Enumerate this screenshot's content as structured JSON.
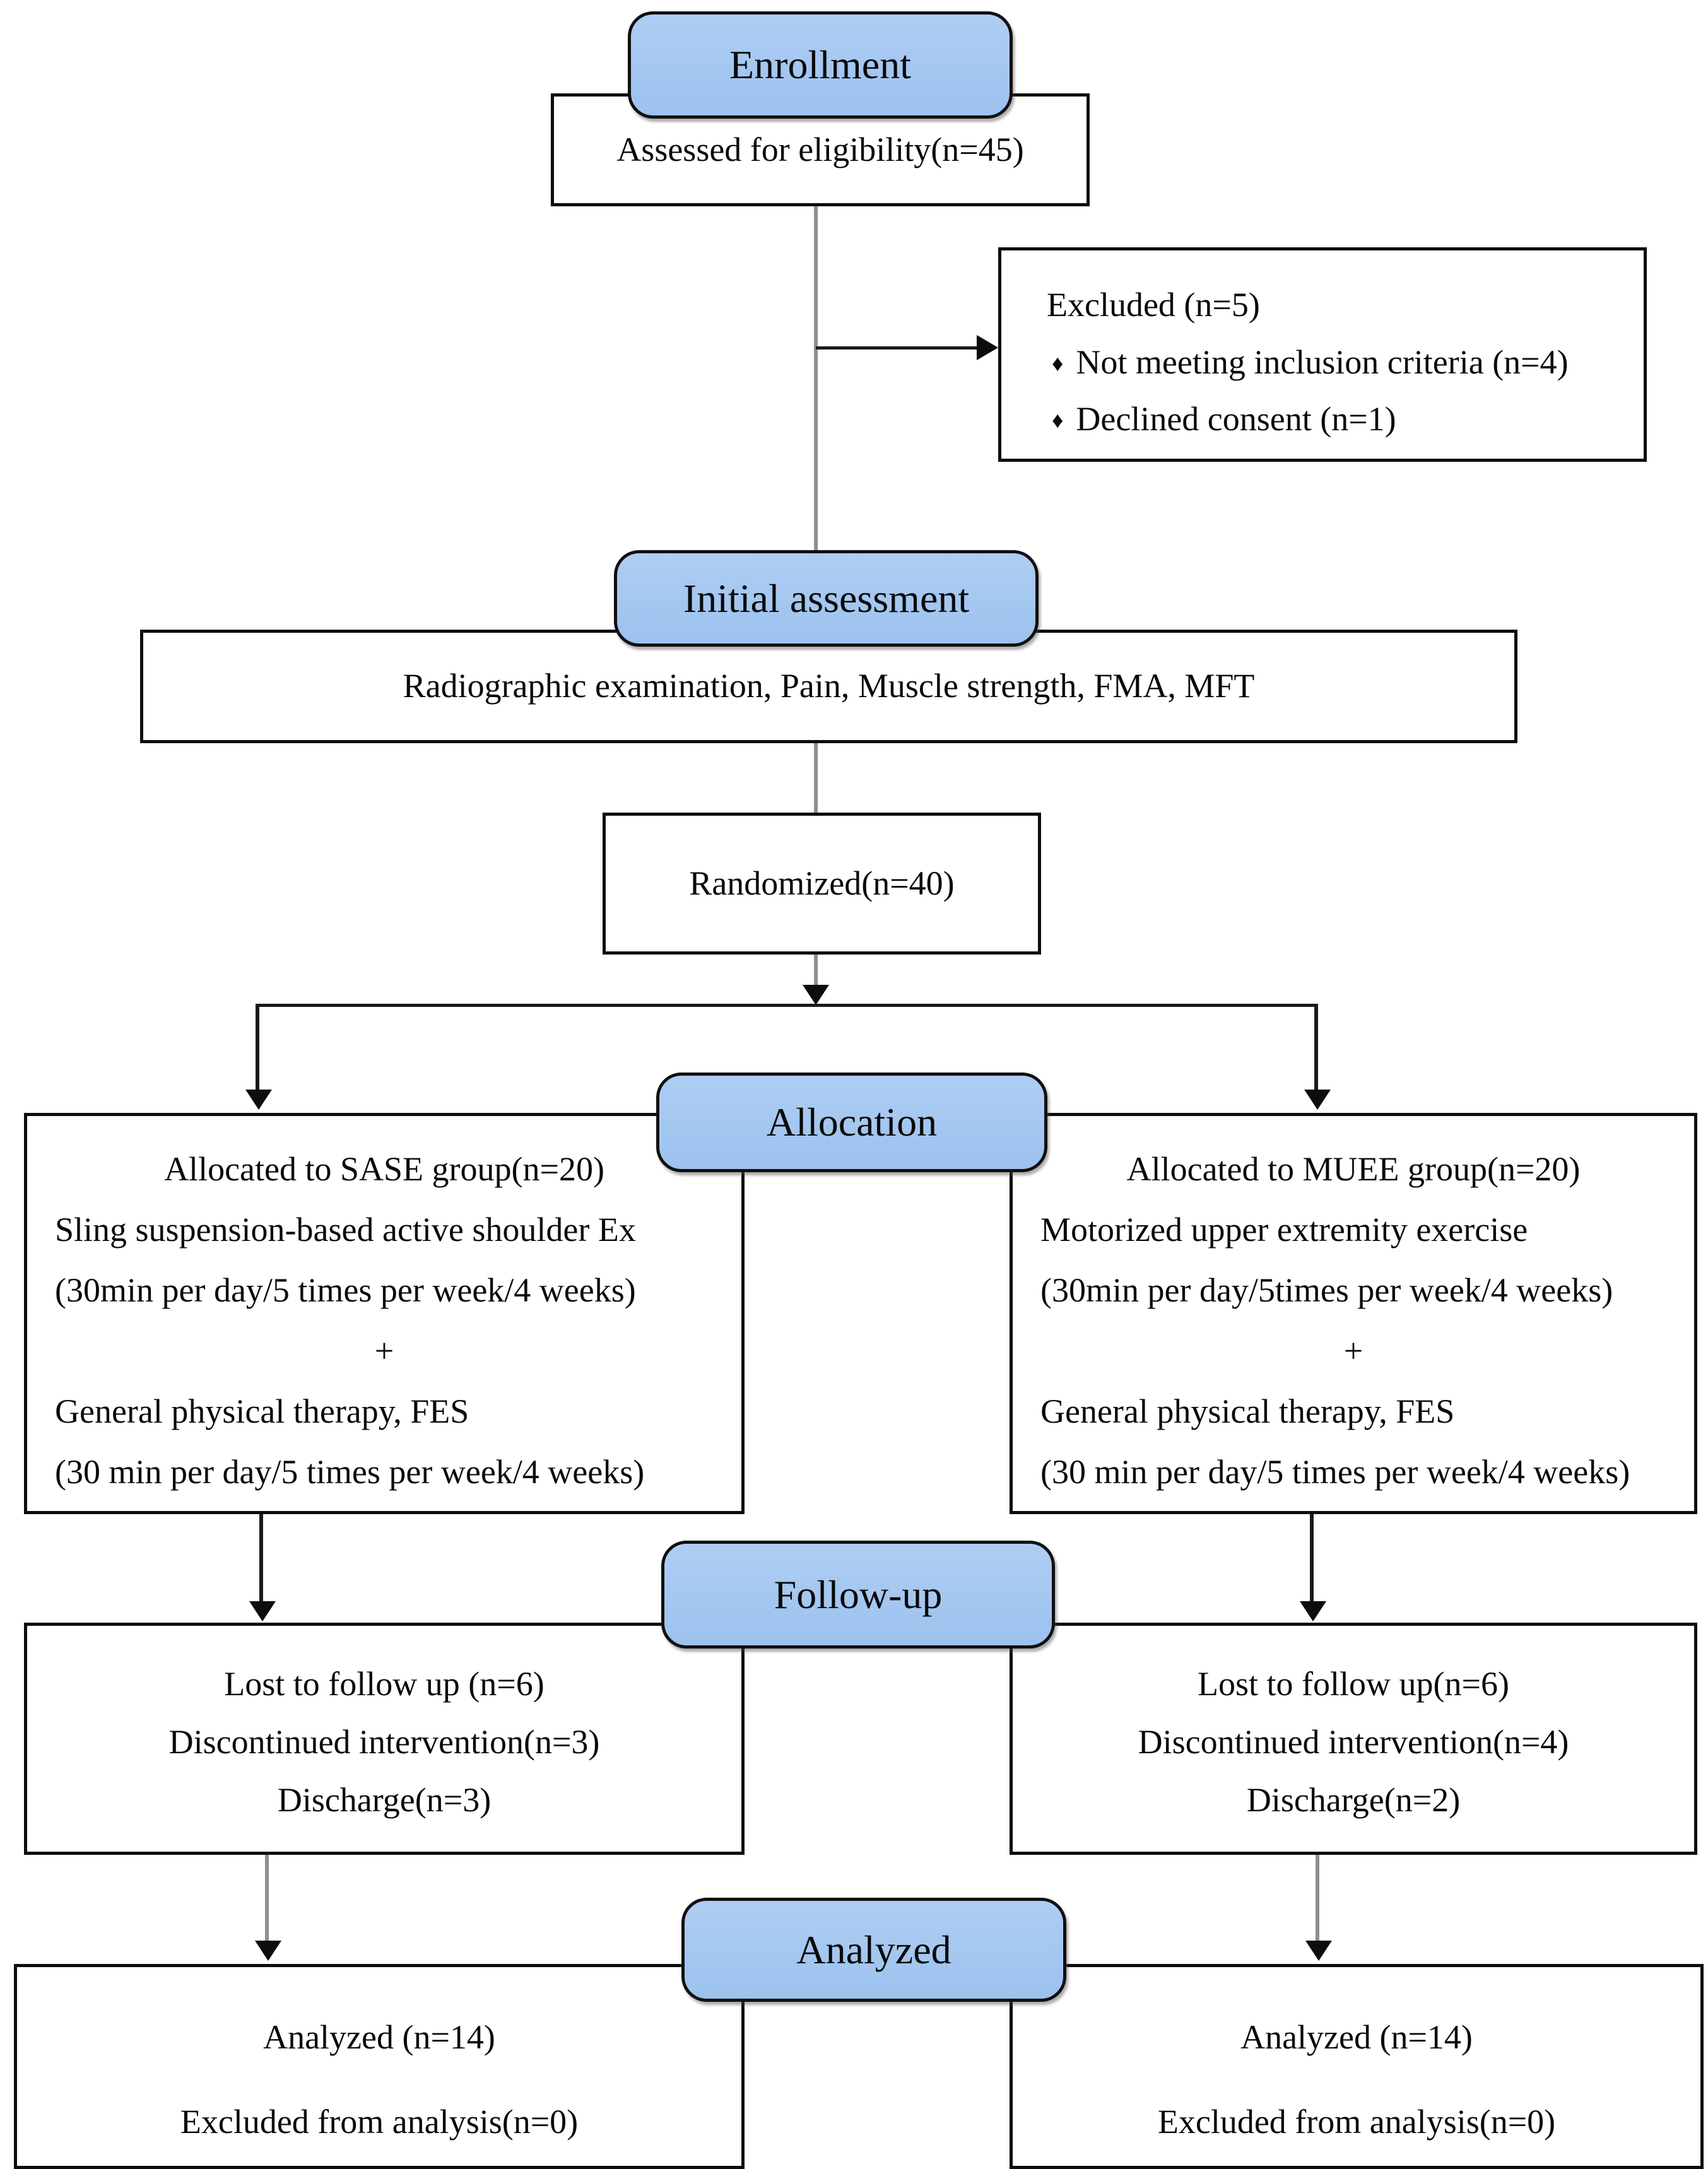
{
  "palette": {
    "stage_fill": "#a4c7f1",
    "stage_border": "#101010",
    "box_border": "#0d0d0d",
    "connector_gray": "#8f8f8f",
    "connector_black": "#1a1a1a"
  },
  "stages": {
    "enrollment": "Enrollment",
    "initial_assessment": "Initial assessment",
    "allocation": "Allocation",
    "follow_up": "Follow-up",
    "analyzed": "Analyzed"
  },
  "boxes": {
    "assessed": "Assessed for eligibility(n=45)",
    "excluded": {
      "title": "Excluded (n=5)",
      "bullet": "♦",
      "items": [
        "Not meeting inclusion criteria (n=4)",
        "Declined consent (n=1)"
      ]
    },
    "initial_detail": "Radiographic examination, Pain, Muscle strength, FMA, MFT",
    "randomized": "Randomized(n=40)",
    "group_left": {
      "lines": [
        "Allocated to SASE group(n=20)",
        "Sling suspension-based active shoulder Ex",
        "(30min per day/5 times per week/4 weeks)",
        "+",
        "General physical therapy, FES",
        "(30 min per day/5 times per week/4 weeks)"
      ]
    },
    "group_right": {
      "lines": [
        "Allocated to MUEE group(n=20)",
        "Motorized upper extremity exercise",
        "(30min per day/5times per week/4 weeks)",
        "+",
        "General physical therapy, FES",
        "(30 min per day/5 times per week/4 weeks)"
      ]
    },
    "followup_left": {
      "lines": [
        "Lost to follow up (n=6)",
        "Discontinued intervention(n=3)",
        "Discharge(n=3)"
      ]
    },
    "followup_right": {
      "lines": [
        "Lost to follow up(n=6)",
        "Discontinued intervention(n=4)",
        "Discharge(n=2)"
      ]
    },
    "analyzed_left": {
      "lines": [
        "Analyzed (n=14)",
        "Excluded from analysis(n=0)"
      ]
    },
    "analyzed_right": {
      "lines": [
        "Analyzed (n=14)",
        "Excluded from analysis(n=0)"
      ]
    }
  }
}
